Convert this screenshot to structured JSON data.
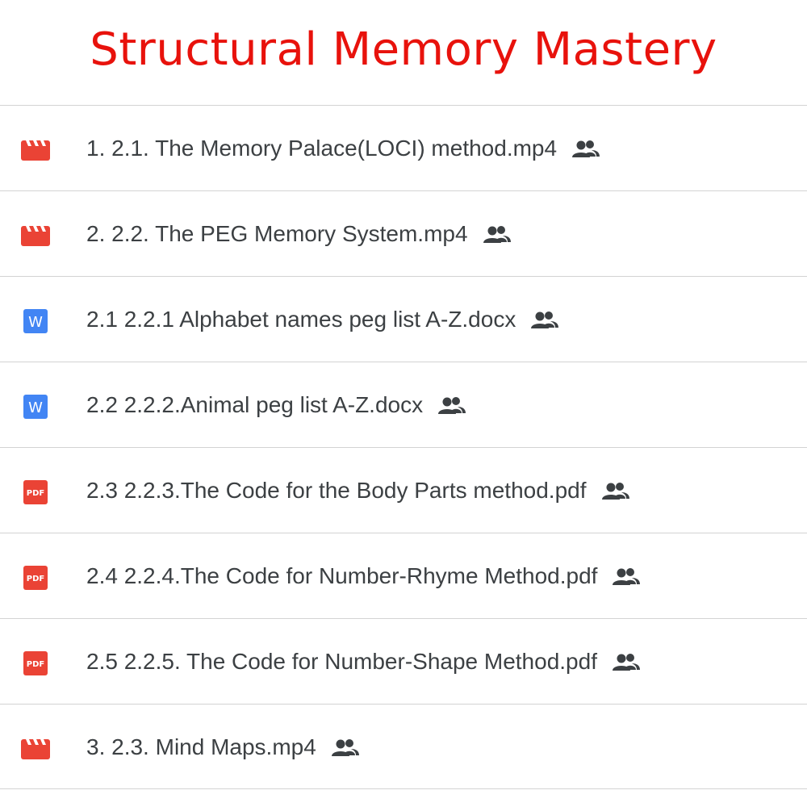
{
  "title": "Structural Memory Mastery",
  "files": [
    {
      "label": "1. 2.1. The Memory Palace(LOCI) method.mp4",
      "type": "video",
      "shared": true
    },
    {
      "label": "2. 2.2. The PEG Memory System.mp4",
      "type": "video",
      "shared": true
    },
    {
      "label": "2.1 2.2.1 Alphabet names peg list A-Z.docx",
      "type": "word",
      "shared": true
    },
    {
      "label": "2.2 2.2.2.Animal peg list A-Z.docx",
      "type": "word",
      "shared": true
    },
    {
      "label": "2.3 2.2.3.The Code for the Body Parts method.pdf",
      "type": "pdf",
      "shared": true
    },
    {
      "label": "2.4 2.2.4.The Code for Number-Rhyme Method.pdf",
      "type": "pdf",
      "shared": true
    },
    {
      "label": "2.5 2.2.5. The Code for Number-Shape Method.pdf",
      "type": "pdf",
      "shared": true
    },
    {
      "label": "3. 2.3. Mind Maps.mp4",
      "type": "video",
      "shared": true
    }
  ],
  "icons": {
    "video": "video-file-icon",
    "word": "word-doc-icon",
    "pdf": "pdf-file-icon",
    "shared": "shared-people-icon"
  },
  "icon_text": {
    "word": "W",
    "pdf": "PDF"
  },
  "colors": {
    "title": "#e8120c",
    "video": "#ea4335",
    "word": "#4285f4",
    "pdf": "#ea4335",
    "text": "#3c4043",
    "shared": "#3c4043"
  }
}
